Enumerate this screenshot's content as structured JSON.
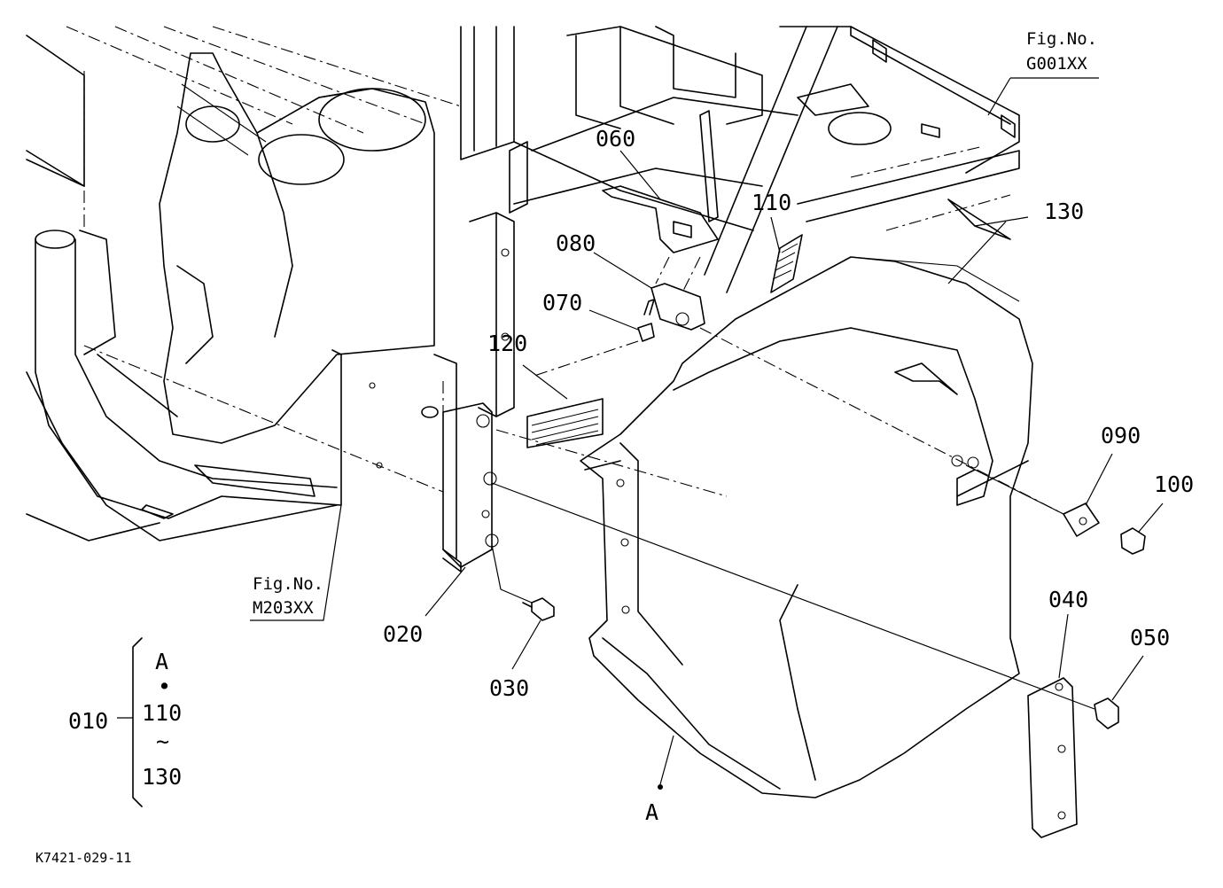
{
  "drawing_code": "K7421-029-11",
  "fig_refs": [
    {
      "line1": "Fig.No.",
      "line2": "G001XX"
    },
    {
      "line1": "Fig.No.",
      "line2": "M203XX"
    }
  ],
  "callouts": {
    "p010": "010",
    "p020": "020",
    "p030": "030",
    "p040": "040",
    "p050": "050",
    "p060": "060",
    "p070": "070",
    "p080": "080",
    "p090": "090",
    "p100": "100",
    "p110": "110",
    "p120": "120",
    "p130": "130"
  },
  "legend": {
    "item_a": "A",
    "dot": "•",
    "range_start": "110",
    "tilde": "~",
    "range_end": "130"
  },
  "marker_a": "A"
}
